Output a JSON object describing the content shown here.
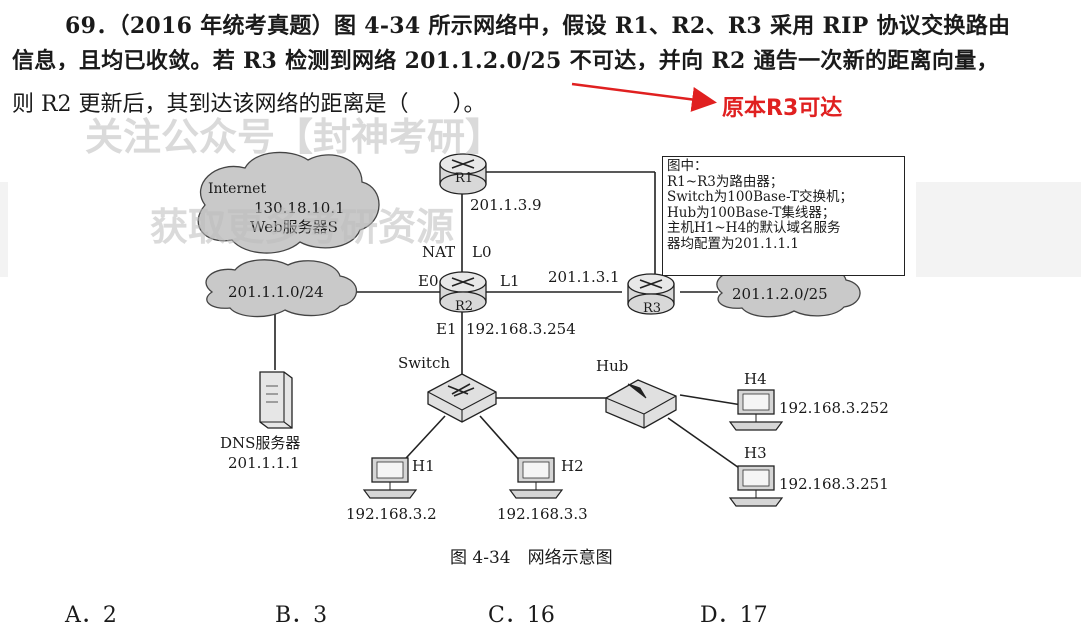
{
  "question": {
    "line1": "69．（2016 年统考真题）图 4-34 所示网络中，假设 R1、R2、R3 采用 RIP 协议交换路由",
    "line2": "信息，且均已收敛。若 R3 检测到网络 201.1.2.0/25 不可达，并向 R2 通告一次新的距离向量，",
    "line3": "则 R2 更新后，其到达该网络的距离是（　　）。",
    "annotation": "原本R3可达",
    "annotation_color": "#e02020"
  },
  "watermark": {
    "line1": "关注公众号【封神考研】",
    "line2": "获取更多考研资源"
  },
  "figure": {
    "caption": "图 4-34　网络示意图",
    "legend": [
      "图中：",
      "R1~R3为路由器；",
      "Switch为100Base-T交换机；",
      "Hub为100Base-T集线器；",
      "主机H1~H4的默认域名服务",
      "器均配置为201.1.1.1"
    ],
    "internet_cloud": {
      "title": "Internet",
      "ip": "130.18.10.1",
      "server": "Web服务器S"
    },
    "routers": {
      "r1": "R1",
      "r2": "R2",
      "r3": "R3"
    },
    "r1_ip": "201.1.3.9",
    "nat": "NAT",
    "l0": "L0",
    "e0": "E0",
    "l1": "L1",
    "e1": "E1",
    "r2_l1_ip": "201.1.3.1",
    "r2_e1_ip": "192.168.3.254",
    "left_net": "201.1.1.0/24",
    "right_net": "201.1.2.0/25",
    "switch": "Switch",
    "hub": "Hub",
    "dns": {
      "name": "DNS服务器",
      "ip": "201.1.1.1"
    },
    "hosts": {
      "h1": {
        "name": "H1",
        "ip": "192.168.3.2"
      },
      "h2": {
        "name": "H2",
        "ip": "192.168.3.3"
      },
      "h3": {
        "name": "H3",
        "ip": "192.168.3.251"
      },
      "h4": {
        "name": "H4",
        "ip": "192.168.3.252"
      }
    }
  },
  "options": {
    "a": "A．2",
    "b": "B．3",
    "c": "C．16",
    "d": "D．17"
  }
}
